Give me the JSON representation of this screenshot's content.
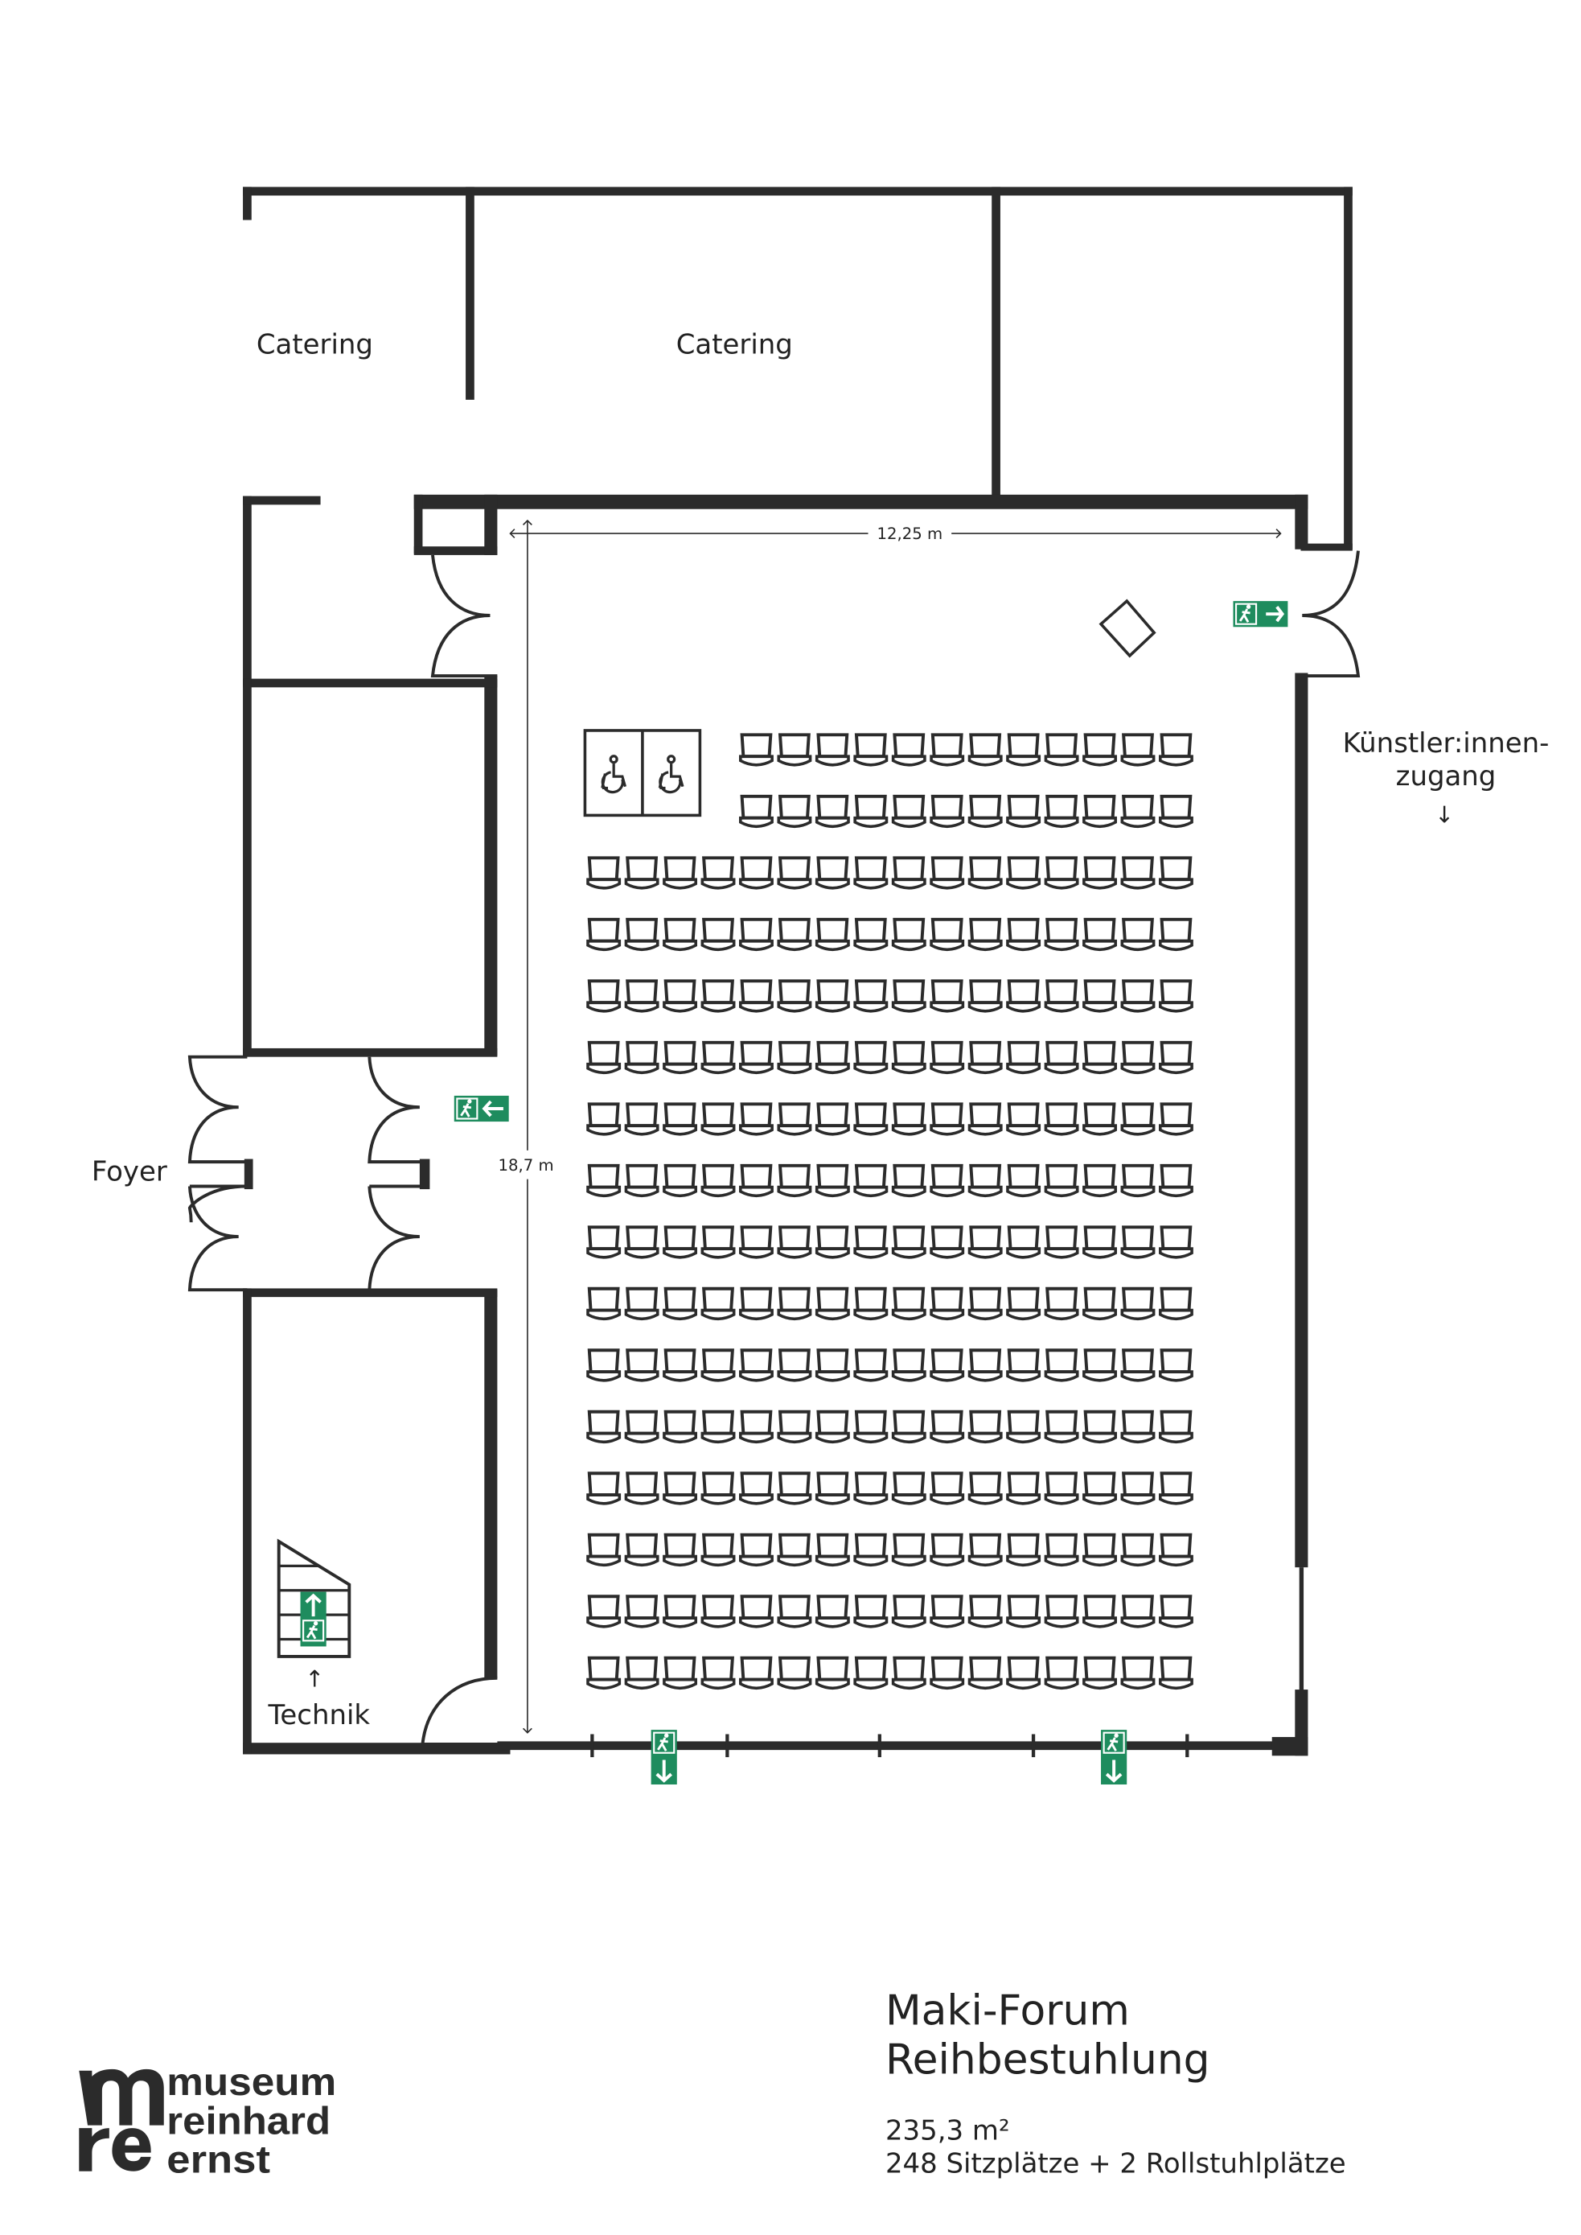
{
  "plan": {
    "labels": {
      "catering_left": "Catering",
      "catering_center": "Catering",
      "artist_entrance_line1": "Künstler:innen-",
      "artist_entrance_line2": "zugang",
      "artist_entrance_arrow": "↓",
      "foyer": "Foyer",
      "technik": "Technik",
      "technik_arrow": "↑"
    },
    "dimensions": {
      "width": "12,25 m",
      "length": "18,7 m"
    },
    "seating": {
      "rows": [
        12,
        12,
        16,
        16,
        16,
        16,
        16,
        16,
        16,
        16,
        16,
        16,
        16,
        16,
        16,
        16
      ],
      "wheelchair_spaces": 2
    },
    "exit_sign_color": "#1e8c5e",
    "wall_color": "#2b2b2b"
  },
  "info": {
    "title": "Maki-Forum",
    "subtitle": "Reihbestuhlung",
    "area": "235,3 m²",
    "capacity": "248 Sitzplätze + 2 Rollstuhlplätze"
  },
  "logo": {
    "line1": "museum",
    "line2": "reinhard",
    "line3": "ernst"
  }
}
